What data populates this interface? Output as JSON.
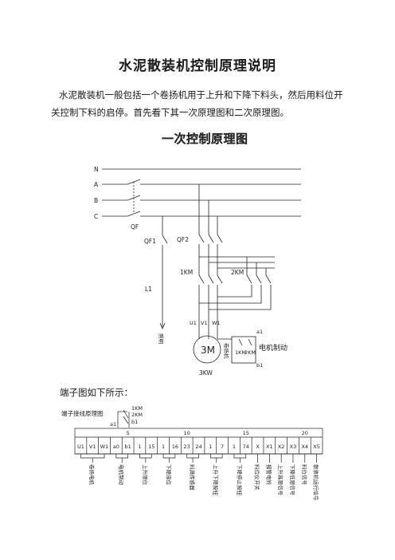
{
  "document": {
    "title": "水泥散装机控制原理说明",
    "intro": "水泥散装机一般包括一个卷扬机用于上升和下降下料头，然后用料位开关控制下料的启停。首先看下其一次原理图和二次原理图。",
    "terminal_intro": "端子图如下所示："
  },
  "primary_diagram": {
    "title": "一次控制原理图",
    "bus_labels": [
      "N",
      "A",
      "B",
      "C"
    ],
    "qf": "QF",
    "qf1": "QF1",
    "qf2": "QF2",
    "km1": "1KM",
    "km2": "2KM",
    "l1": "L1",
    "l1_note": "照明",
    "phase_labels": [
      "U1",
      "V1",
      "W1"
    ],
    "motor": "3M",
    "motor_note": "卷扬机",
    "motor_power": "3KW",
    "brake_label": "电机制动",
    "brake_contacts": [
      "1KM",
      "2KM"
    ],
    "brake_terminals": [
      "a1",
      "b1"
    ]
  },
  "terminal_diagram": {
    "title": "端子接线原理图",
    "contact_labels": [
      "1KM",
      "2KM",
      "a1",
      "b1"
    ],
    "col_numbers": [
      "5",
      "10",
      "15",
      "20"
    ],
    "terminals": [
      "U1",
      "V1",
      "W1",
      "a0",
      "b1",
      "1",
      "15",
      "1",
      "16",
      "23",
      "24",
      "1",
      "7",
      "1",
      "74",
      "X",
      "X1",
      "X2",
      "X3",
      "X4",
      "X5"
    ],
    "descriptions": [
      "卷扬电机",
      "电机制动",
      "上升限位",
      "下降限位",
      "料满传感器",
      "上升下降按钮",
      "下降停止按钮",
      "料位仪开关",
      "报警电铃",
      "上升高限信号",
      "下降低限信号",
      "料位信号",
      "散装机运行信号"
    ]
  }
}
